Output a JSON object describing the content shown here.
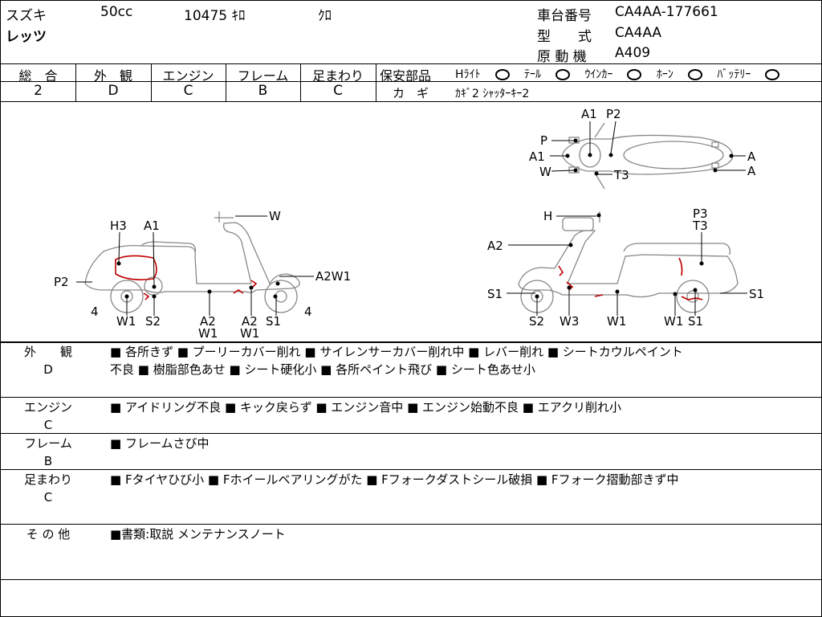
{
  "header": {
    "maker": "スズキ",
    "displacement": "50cc",
    "mileage": "10475",
    "mileage_unit": "ｷﾛ",
    "color": "ｸﾛ",
    "model_name": "レッツ",
    "frame_no_label": "車台番号",
    "frame_no": "CA4AA-177661",
    "model_type_label": "型　　式",
    "model_type": "CA4AA",
    "engine_label": "原 動 機",
    "engine_no": "A409"
  },
  "grades": [
    {
      "label": "総　合",
      "value": "2"
    },
    {
      "label": "外　観",
      "value": "D"
    },
    {
      "label": "エンジン",
      "value": "C"
    },
    {
      "label": "フレーム",
      "value": "B"
    },
    {
      "label": "足まわり",
      "value": "C"
    }
  ],
  "safety": {
    "label": "保安部品",
    "items": [
      "Hﾗｲﾄ",
      "ﾃｰﾙ",
      "ｳｲﾝｶｰ",
      "ﾎｰﾝ",
      "ﾊﾞｯﾃﾘｰ"
    ],
    "key_label": "カ　ギ",
    "key_value": "ｶｷﾞ2 ｼｬｯﾀｰｷｰ2"
  },
  "diagram": {
    "top": {
      "a1": "A1",
      "p2": "P2",
      "p": "P",
      "a1_left": "A1",
      "w": "W",
      "t3": "T3",
      "a_upper": "A",
      "a_lower": "A"
    },
    "left": {
      "h3": "H3",
      "a1": "A1",
      "w": "W",
      "p2": "P2",
      "a2w1": "A2W1",
      "four_left": "4",
      "four_right": "4",
      "w1": "W1",
      "s2": "S2",
      "a2_a": "A2",
      "w1_a": "W1",
      "a2_b": "A2",
      "w1_b": "W1",
      "s1": "S1"
    },
    "right": {
      "h": "H",
      "p3": "P3",
      "t3": "T3",
      "a2": "A2",
      "s1_left": "S1",
      "s1_right": "S1",
      "s2": "S2",
      "w3": "W3",
      "w1_mid": "W1",
      "w1_rear": "W1",
      "s1_bottom": "S1"
    }
  },
  "sections": {
    "exterior": {
      "label": "外　　観",
      "grade": "D",
      "line1": "■ 各所きず ■ プーリーカバー削れ ■ サイレンサーカバー削れ中 ■ レバー削れ ■ シートカウルペイント",
      "line2": "不良 ■ 樹脂部色あせ ■ シート硬化小 ■ 各所ペイント飛び ■ シート色あせ小"
    },
    "engine": {
      "label": "エンジン",
      "grade": "C",
      "line1": "■ アイドリング不良 ■ キック戻らず ■ エンジン音中 ■ エンジン始動不良 ■ エアクリ削れ小"
    },
    "frame": {
      "label": "フレーム",
      "grade": "B",
      "line1": "■ フレームさび中"
    },
    "suspension": {
      "label": "足まわり",
      "grade": "C",
      "line1": "■ Fタイヤひび小 ■ Fホイールベアリングがた ■ Fフォークダストシール破損 ■ Fフォーク摺動部きず中"
    },
    "other": {
      "label": "そ の 他",
      "line1": "■書類:取説 メンテナンスノート"
    }
  },
  "colors": {
    "damage_marks": "#c00000",
    "rule": "#000000"
  }
}
